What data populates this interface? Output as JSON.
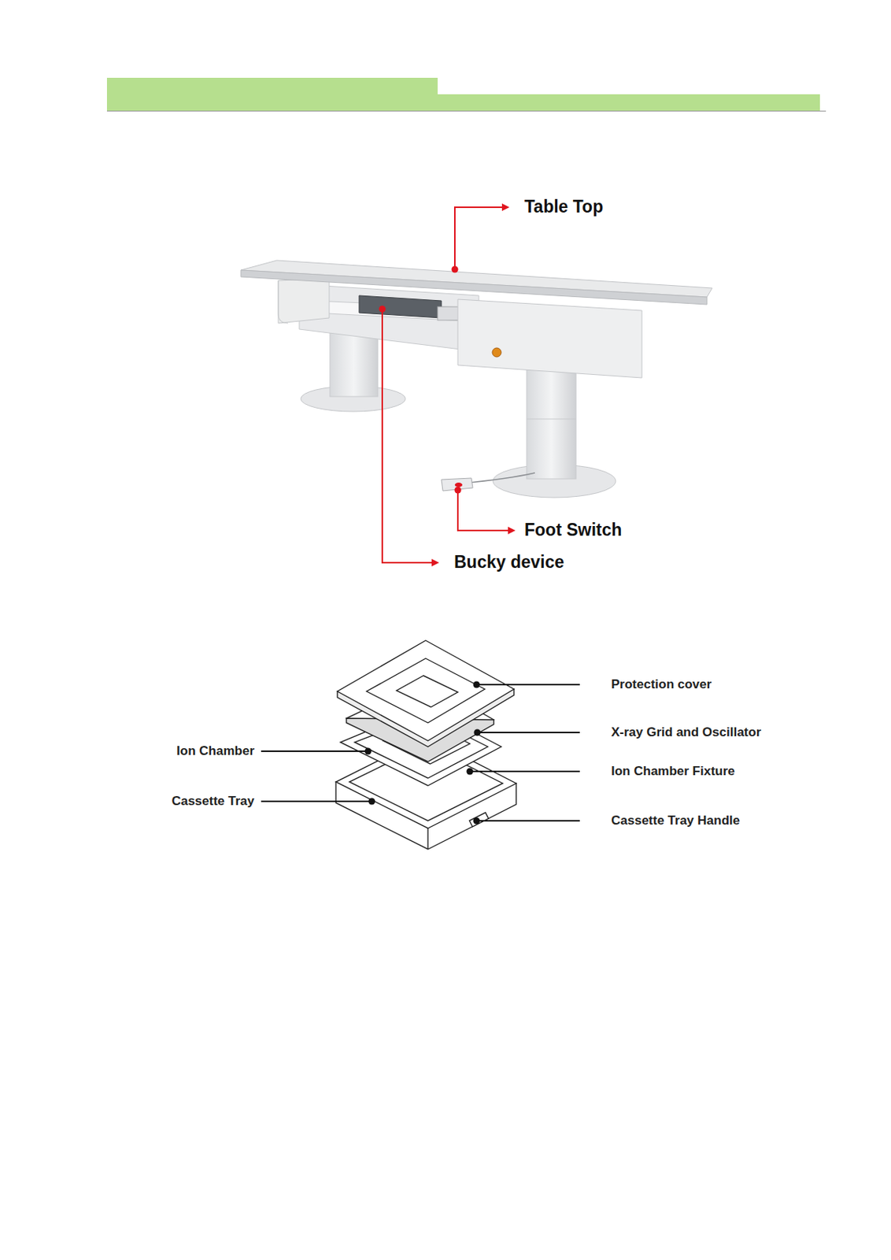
{
  "diagram": {
    "labels": [
      "Table Top",
      "Foot Switch",
      "Bucky device",
      "Protection cover",
      "X-ray Grid and Oscillator",
      "Ion Chamber",
      "Ion Chamber Fixture",
      "Cassette Tray",
      "Cassette Tray Handle"
    ]
  }
}
